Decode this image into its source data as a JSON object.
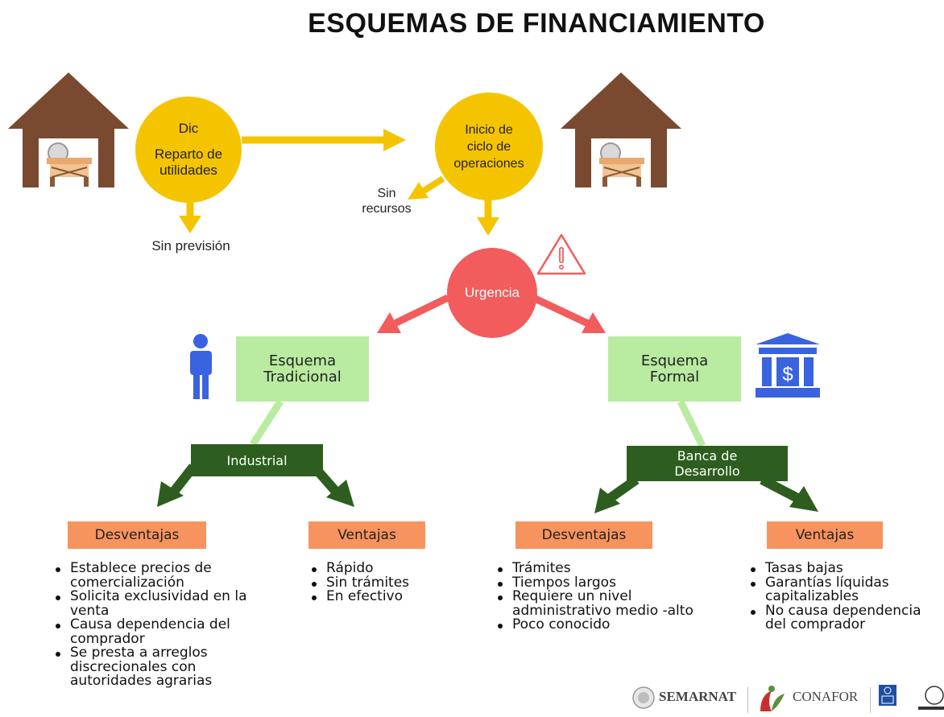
{
  "title": "ESQUEMAS DE FINANCIAMIENTO",
  "top": {
    "dic_label": "Dic",
    "reparto_label": "Reparto de\nutilidades",
    "inicio_label": "Inicio de\nciclo de\noperaciones",
    "sin_prevision": "Sin previsión",
    "sin_recursos": "Sin\nrecursos",
    "urgencia": "Urgencia"
  },
  "left": {
    "scheme": "Esquema\nTradicional",
    "subtype": "Industrial",
    "disadvantages_header": "Desventajas",
    "advantages_header": "Ventajas",
    "disadvantages": [
      "Establece precios de comercialización",
      "Solicita exclusividad en la venta",
      "Causa dependencia del comprador",
      "Se presta a arreglos discrecionales con autoridades agrarias"
    ],
    "advantages": [
      "Rápido",
      "Sin trámites",
      "En efectivo"
    ]
  },
  "right": {
    "scheme": "Esquema\nFormal",
    "subtype": "Banca de\nDesarrollo",
    "disadvantages_header": "Desventajas",
    "advantages_header": "Ventajas",
    "disadvantages": [
      "Trámites",
      "Tiempos largos",
      "Requiere un nivel administrativo  medio -alto",
      "Poco conocido"
    ],
    "advantages": [
      "Tasas bajas",
      "Garantías líquidas capitalizables",
      "No causa dependencia del comprador"
    ]
  },
  "logos": {
    "semarnat": "SEMARNAT",
    "conafor": "CONAFOR"
  },
  "colors": {
    "yellow": "#f5c400",
    "red": "#f25c5c",
    "light_green": "#b9eba0",
    "dark_green": "#2d5e1f",
    "orange": "#f7935e",
    "brown": "#7a4a30",
    "blue": "#3a63e0"
  }
}
